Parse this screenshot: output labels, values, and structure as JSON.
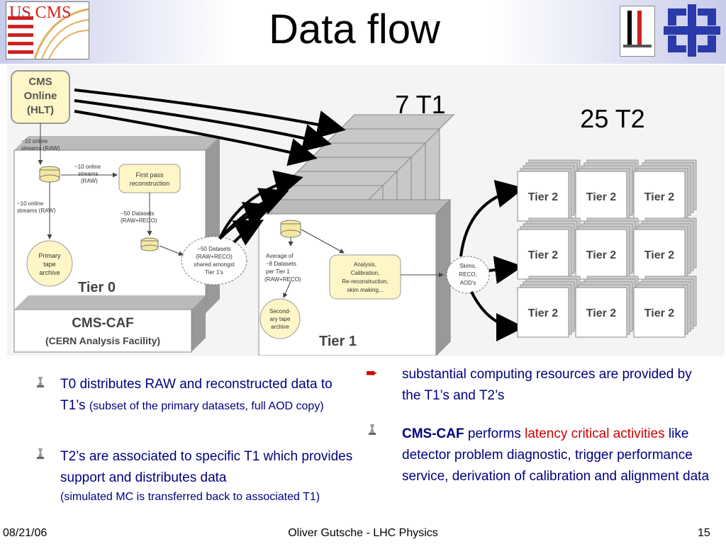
{
  "header": {
    "title": "Data flow",
    "logo_uscms": "US CMS"
  },
  "figure": {
    "t1_count": "7 T1",
    "t2_count": "25 T2",
    "cms_online": [
      "CMS",
      "Online",
      "(HLT)"
    ],
    "online_streams_raw": [
      "~10 online",
      "streams (RAW)"
    ],
    "online_streams_raw_2": [
      "~10 online",
      "streams",
      "(RAW)"
    ],
    "online_streams_raw_3": [
      "~10 online",
      "streams (RAW)"
    ],
    "first_pass": [
      "First pass",
      "reconstruction"
    ],
    "datasets_50": [
      "~50 Datasets",
      "(RAW+RECO)"
    ],
    "primary_tape": [
      "Primary",
      "tape",
      "archive"
    ],
    "tier0": "Tier 0",
    "cloud_shared": [
      "~50 Datasets",
      "(RAW+RECO)",
      "shared amongst",
      "Tier 1's"
    ],
    "average_datasets": [
      "Average of",
      "~8 Datasets",
      "per Tier 1",
      "(RAW+RECO)"
    ],
    "analysis": [
      "Analysis,",
      "Calibration,",
      "Re-reconstruction,",
      "skim making..."
    ],
    "secondary_tape": [
      "Second-",
      "ary tape",
      "archive"
    ],
    "tier1": "Tier 1",
    "skims": [
      "Skims,",
      "RECO,",
      "AOD's"
    ],
    "cmscaf": [
      "CMS-CAF",
      "(CERN Analysis Facility)"
    ],
    "tier2_label": "Tier 2"
  },
  "left_bullets": [
    {
      "main": "T0 distributes RAW and reconstructed data to T1’s",
      "sub": "(subset of the primary datasets, full AOD copy)"
    },
    {
      "main": "T2’s are associated to specific T1 which provides support and distributes data",
      "sub": "(simulated MC is transferred back to associated T1)"
    }
  ],
  "right_bullets": {
    "arrow_text": "substantial computing resources are provided by the T1’s and T2’s",
    "caf_bold": "CMS-CAF",
    "caf_text1": " performs ",
    "caf_red": "latency critical activities",
    "caf_text2": " like detector problem diagnostic, trigger performance service, derivation of calibration and alignment data"
  },
  "footer": {
    "date": "08/21/06",
    "center": "Oliver Gutsche - LHC Physics",
    "page": "15"
  },
  "colors": {
    "bullet_text": "#000080",
    "highlight": "#cc0000",
    "box_yellow": "#fff6c8",
    "header_blue": "#c8ccea"
  }
}
